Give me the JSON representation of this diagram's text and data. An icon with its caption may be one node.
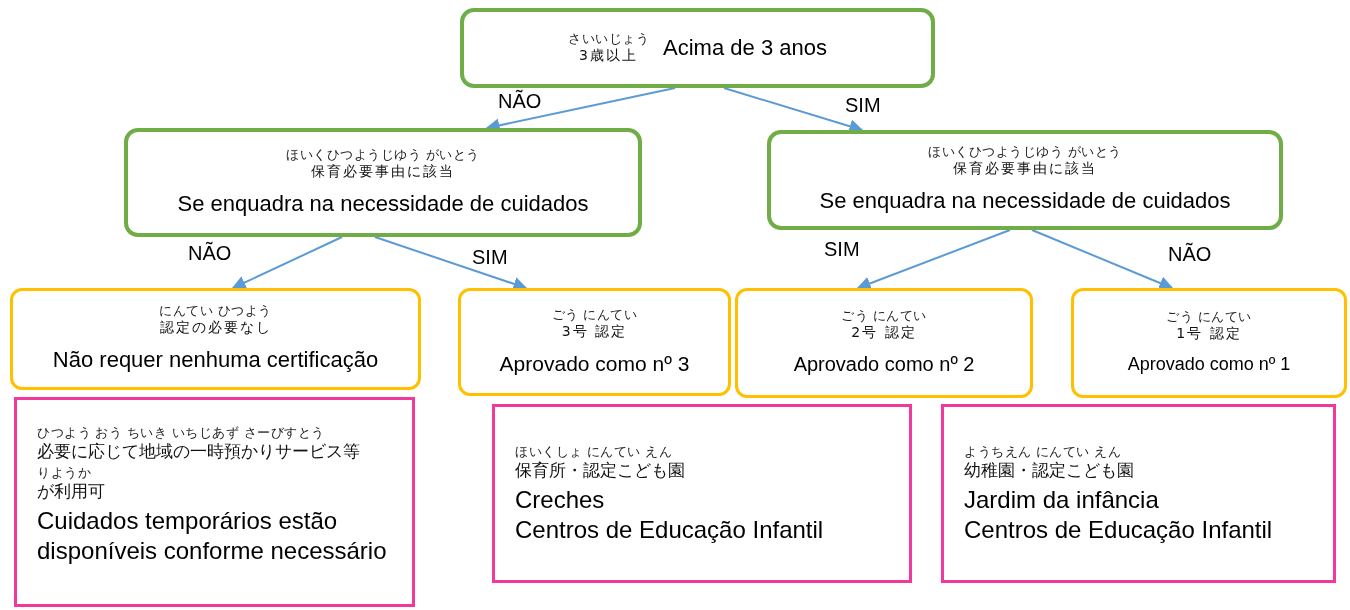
{
  "diagram": {
    "nodes": [
      {
        "text": [
          "さいいじょう",
          "3歳以上",
          "Acima de 3 anos"
        ]
      },
      {
        "text": [
          "ほいくひつようじゆう がいとう",
          "保育必要事由に該当",
          "Se enquadra na necessidade de cuidados"
        ]
      },
      {
        "text": [
          "ほいくひつようじゆう がいとう",
          "保育必要事由に該当",
          "Se enquadra na necessidade de cuidados"
        ]
      },
      {
        "text": [
          "にんてい ひつよう",
          "認定の必要なし",
          "Não requer nenhuma certificação"
        ]
      },
      {
        "text": [
          "ごう にんてい",
          "3号 認定",
          "Aprovado como nº 3"
        ]
      },
      {
        "text": [
          "ごう にんてい",
          "2号 認定",
          "Aprovado como nº 2"
        ]
      },
      {
        "text": [
          "ごう にんてい",
          "1号 認定",
          "Aprovado como nº 1"
        ]
      },
      {
        "text": [
          "ひつよう おう ちいき いちじあず さーびすとう",
          "必要に応じて地域の一時預かりサービス等",
          "りようか",
          "が利用可",
          "Cuidados temporários estão disponíveis conforme necessário"
        ]
      },
      {
        "text": [
          "ほいくしょ にんてい えん",
          "保育所・認定こども園",
          "Creches",
          "Centros de Educação Infantil"
        ]
      },
      {
        "text": [
          "ようちえん にんてい えん",
          "幼稚園・認定こども園",
          "Jardim da infância",
          "Centros de Educação Infantil"
        ]
      }
    ],
    "edges": [
      {
        "from": 0,
        "to": 1,
        "arrow": "to",
        "label": "NÃO"
      },
      {
        "from": 0,
        "to": 2,
        "arrow": "to",
        "label": "SIM"
      },
      {
        "from": 1,
        "to": 3,
        "arrow": "to",
        "label": "NÃO"
      },
      {
        "from": 1,
        "to": 4,
        "arrow": "to",
        "label": "SIM"
      },
      {
        "from": 2,
        "to": 5,
        "arrow": "to",
        "label": "SIM"
      },
      {
        "from": 2,
        "to": 6,
        "arrow": "to",
        "label": "NÃO"
      }
    ]
  }
}
